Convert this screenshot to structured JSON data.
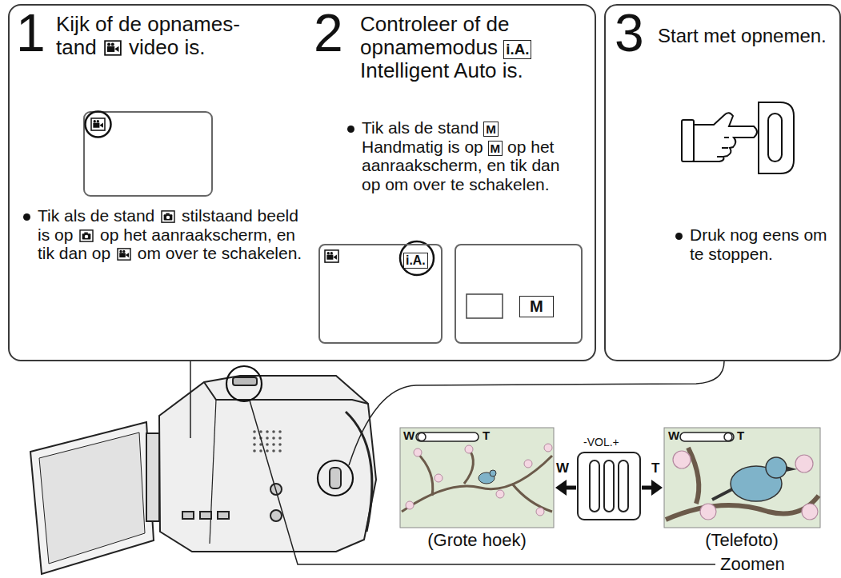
{
  "diagram": {
    "nodes": [
      {
        "text": [
          "1",
          "Kijk of de opnames- tand",
          "video is.",
          "Tik als de stand",
          "stilstaand beeld is op",
          "op het aanraakscherm, en tik dan op",
          "om over te schakelen.",
          "2",
          "Controleer of de opnamemodus",
          "i.A.",
          "Intelligent Auto is.",
          "Tik als de stand",
          "M",
          "Handmatig is op",
          "M",
          "op het aanraakscherm, en tik dan op om over te schakelen."
        ]
      },
      {
        "text": [
          "i.A."
        ],
        "in": 0
      },
      {
        "text": [
          "M"
        ],
        "in": 0
      },
      {
        "text": [
          "3",
          "Start met opnemen.",
          "Druk nog eens om te stoppen."
        ]
      }
    ],
    "labels": [
      "W",
      "T",
      "-VOL.+",
      "W",
      "T",
      "W",
      "T",
      "(Grote hoek)",
      "(Telefoto)",
      "Zoomen"
    ]
  }
}
